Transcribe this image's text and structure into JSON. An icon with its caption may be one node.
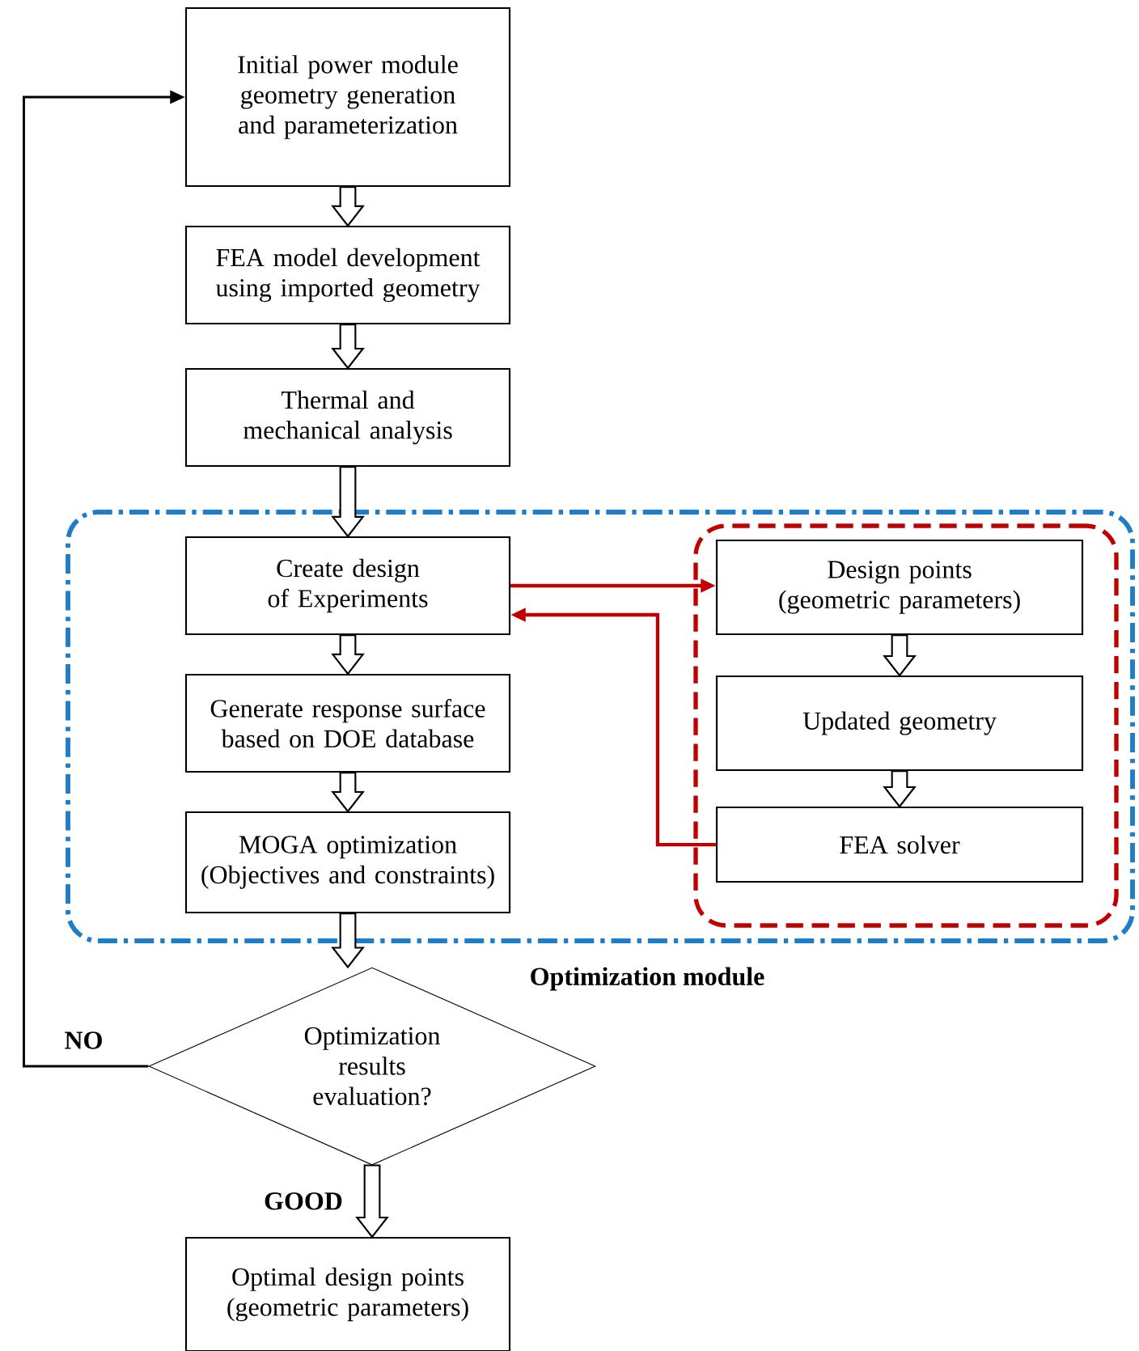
{
  "diagram": {
    "nodes": [
      {
        "text": [
          "Initial power module geometry generation and parameterization"
        ]
      },
      {
        "text": [
          "FEA model development using imported geometry"
        ]
      },
      {
        "text": [
          "Thermal and mechanical analysis"
        ]
      },
      {
        "text": [
          "Optimization module"
        ]
      },
      {
        "text": [
          "Create design of Experiments"
        ],
        "in": 3
      },
      {
        "text": [
          "Generate response surface based on DOE database"
        ],
        "in": 3
      },
      {
        "text": [
          "MOGA optimization (Objectives and constraints)"
        ],
        "in": 3
      },
      {
        "text": [],
        "shape": "box",
        "in": 3
      },
      {
        "text": [
          "Design points (geometric parameters)"
        ],
        "in": 7
      },
      {
        "text": [
          "Updated geometry"
        ],
        "in": 7
      },
      {
        "text": [
          "FEA solver"
        ],
        "in": 7
      },
      {
        "text": [
          "Optimization results evaluation?"
        ]
      },
      {
        "text": [
          "Optimal design points (geometric parameters)"
        ]
      }
    ],
    "edges": [
      {
        "from": 0,
        "to": 1,
        "arrow": "to"
      },
      {
        "from": 1,
        "to": 2,
        "arrow": "to"
      },
      {
        "from": 2,
        "to": 4,
        "arrow": "to"
      },
      {
        "from": 4,
        "to": 5,
        "arrow": "to"
      },
      {
        "from": 5,
        "to": 6,
        "arrow": "to"
      },
      {
        "from": 6,
        "to": 11,
        "arrow": "to"
      },
      {
        "from": 4,
        "to": 8,
        "arrow": "to",
        "color": "#c00000"
      },
      {
        "from": 8,
        "to": 9,
        "arrow": "to"
      },
      {
        "from": 9,
        "to": 10,
        "arrow": "to"
      },
      {
        "from": 10,
        "to": 4,
        "arrow": "to",
        "color": "#c00000"
      },
      {
        "from": 11,
        "to": 0,
        "arrow": "to",
        "label": "NO",
        "color": "#000000"
      },
      {
        "from": 11,
        "to": 12,
        "arrow": "to",
        "label": "GOOD"
      }
    ]
  }
}
